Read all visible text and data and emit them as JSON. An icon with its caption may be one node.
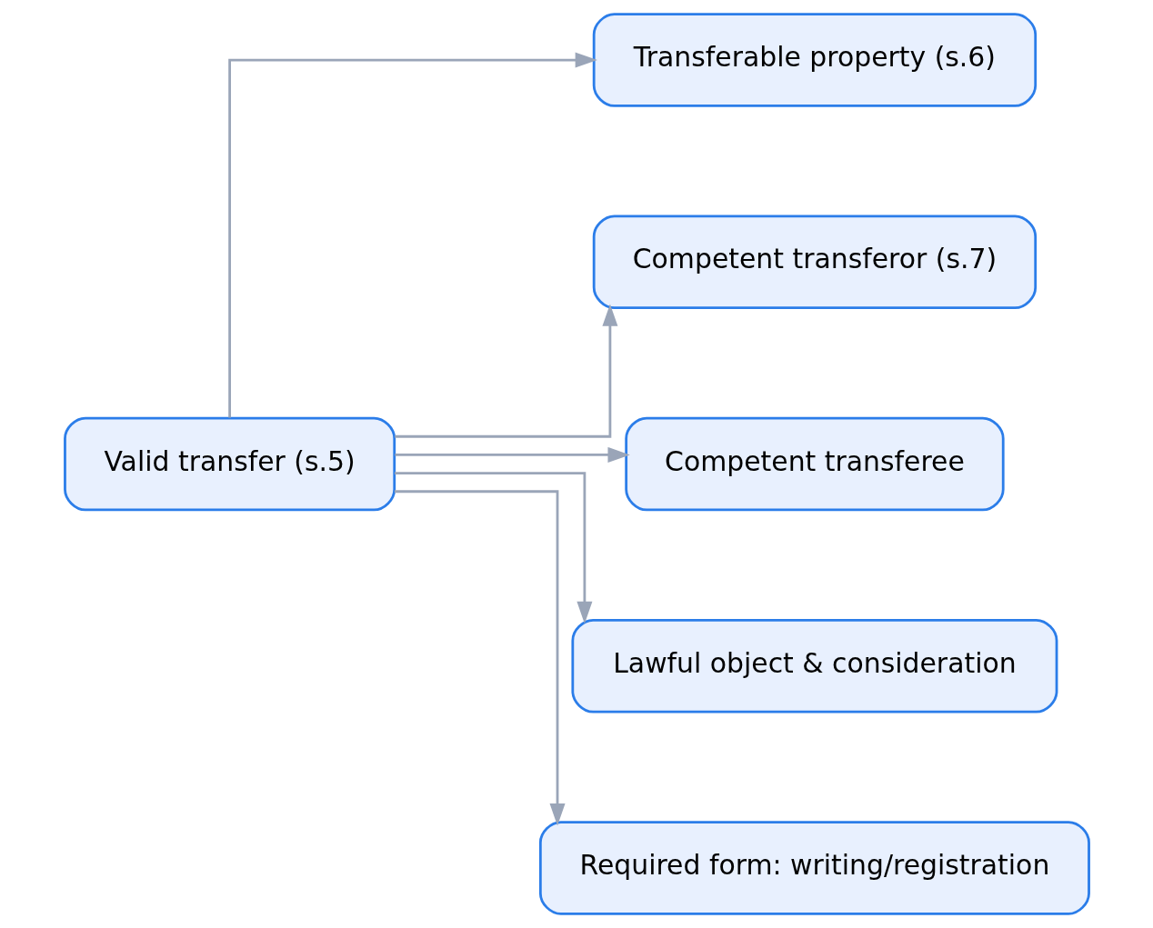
{
  "diagram": {
    "nodes": [
      {
        "text": [
          "Valid transfer (s.5)"
        ]
      },
      {
        "text": [
          "Transferable property (s.6)"
        ]
      },
      {
        "text": [
          "Competent transferor (s.7)"
        ]
      },
      {
        "text": [
          "Competent transferee"
        ]
      },
      {
        "text": [
          "Lawful object & consideration"
        ]
      },
      {
        "text": [
          "Required form: writing/registration"
        ]
      }
    ],
    "edges": [
      {
        "from": 0,
        "to": 1,
        "arrow": "to"
      },
      {
        "from": 0,
        "to": 2,
        "arrow": "to"
      },
      {
        "from": 0,
        "to": 3,
        "arrow": "to"
      },
      {
        "from": 0,
        "to": 4,
        "arrow": "to"
      },
      {
        "from": 0,
        "to": 5,
        "arrow": "to"
      }
    ]
  }
}
